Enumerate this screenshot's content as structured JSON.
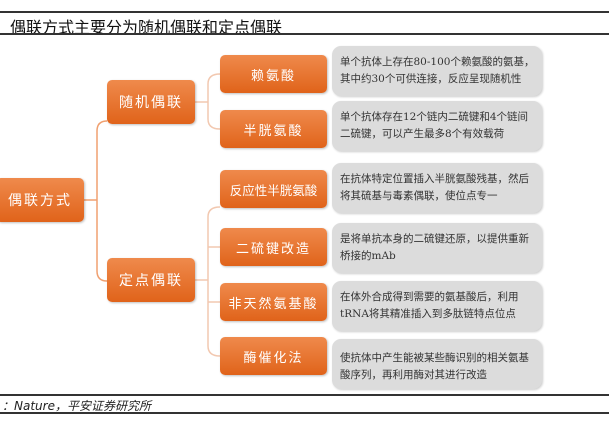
{
  "title": "偶联方式主要分为随机偶联和定点偶联",
  "root": "偶联方式",
  "branches": [
    {
      "label": "随机偶联",
      "children": [
        {
          "label": "赖氨酸",
          "desc": "单个抗体上存在80-100个赖氨酸的氨基，其中约30个可供连接，反应呈现随机性"
        },
        {
          "label": "半胱氨酸",
          "desc": "单个抗体存在12个链内二硫键和4个链间二硫键，可以产生最多8个有效载荷"
        }
      ]
    },
    {
      "label": "定点偶联",
      "children": [
        {
          "label": "反应性半胱氨酸",
          "desc": "在抗体特定位置插入半胱氨酸残基，然后将其硫基与毒素偶联，使位点专一"
        },
        {
          "label": "二硫键改造",
          "desc": "是将单抗本身的二硫键还原，以提供重新桥接的mAb"
        },
        {
          "label": "非天然氨基酸",
          "desc": "在体外合成得到需要的氨基酸后，利用tRNA将其精准插入到多肽链特点位点"
        },
        {
          "label": "酶催化法",
          "desc": "使抗体中产生能被某些酶识别的相关氨基酸序列，再利用酶对其进行改造"
        }
      ]
    }
  ],
  "source": "：Nature，平安证券研究所"
}
